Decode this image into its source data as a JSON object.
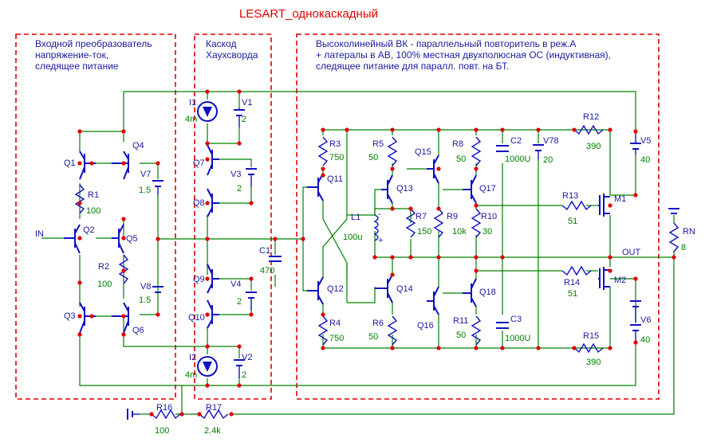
{
  "title": "LESART_однокаскадный",
  "blocks": {
    "input": "Входной преобразователь\nнапряжение-ток,\nследящее питание",
    "cascode": "Каскод\nХаухсворда",
    "output": "Высоколинейный ВК - параллельный повторитель в реж.А\n+ латералы в АВ, 100% местная двухполюсная ОС (индуктивная),\nследящее питание для паралл. повт. на БТ."
  },
  "nets": {
    "in": "IN",
    "out": "OUT"
  },
  "transistors": [
    "Q1",
    "Q2",
    "Q3",
    "Q4",
    "Q5",
    "Q6",
    "Q7",
    "Q8",
    "Q9",
    "Q10",
    "Q11",
    "Q12",
    "Q13",
    "Q14",
    "Q15",
    "Q16",
    "Q17",
    "Q18",
    "M1",
    "M2"
  ],
  "resistors": [
    {
      "ref": "R1",
      "value": "100"
    },
    {
      "ref": "R2",
      "value": "100"
    },
    {
      "ref": "R3",
      "value": "750"
    },
    {
      "ref": "R4",
      "value": "750"
    },
    {
      "ref": "R5",
      "value": "50"
    },
    {
      "ref": "R6",
      "value": "50"
    },
    {
      "ref": "R7",
      "value": "150"
    },
    {
      "ref": "R8",
      "value": "50"
    },
    {
      "ref": "R9",
      "value": "10k"
    },
    {
      "ref": "R10",
      "value": "30"
    },
    {
      "ref": "R11",
      "value": "50"
    },
    {
      "ref": "R12",
      "value": "390"
    },
    {
      "ref": "R13",
      "value": "51"
    },
    {
      "ref": "R14",
      "value": "51"
    },
    {
      "ref": "R15",
      "value": "390"
    },
    {
      "ref": "R16",
      "value": "100"
    },
    {
      "ref": "R17",
      "value": "2.4k"
    },
    {
      "ref": "RN",
      "value": "8"
    }
  ],
  "sources": [
    {
      "ref": "V1",
      "value": "2"
    },
    {
      "ref": "V2",
      "value": "2"
    },
    {
      "ref": "V3",
      "value": "2"
    },
    {
      "ref": "V4",
      "value": "2"
    },
    {
      "ref": "V5",
      "value": "40"
    },
    {
      "ref": "V6",
      "value": "40"
    },
    {
      "ref": "V7",
      "value": "1.5"
    },
    {
      "ref": "V8",
      "value": "1.5"
    },
    {
      "ref": "V78",
      "value": "20"
    },
    {
      "ref": "I1",
      "value": "4m"
    },
    {
      "ref": "I2",
      "value": "4m"
    }
  ],
  "capacitors": [
    {
      "ref": "C1",
      "value": "470"
    },
    {
      "ref": "C2",
      "value": "1000U"
    },
    {
      "ref": "C3",
      "value": "1000U"
    }
  ],
  "inductors": [
    {
      "ref": "L1",
      "value": "100u"
    }
  ]
}
